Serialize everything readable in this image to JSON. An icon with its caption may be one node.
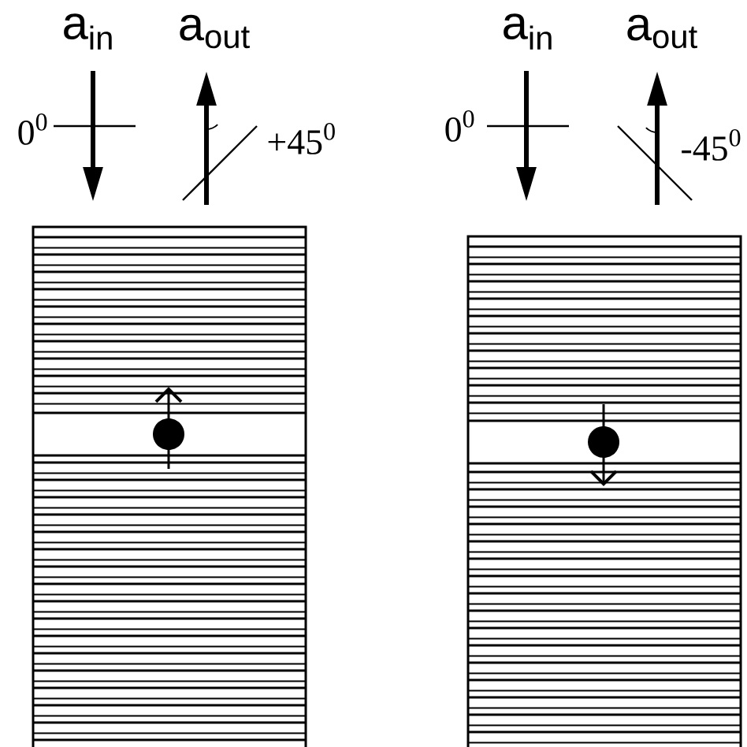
{
  "diagram": {
    "labels": [
      "a$_{in}$",
      "a$_{out}$",
      "0$^{0}$",
      "+45$^{0}$",
      "a$_{in}$",
      "a$_{out}$",
      "0$^{0}$",
      "-45$^{0}$"
    ]
  }
}
